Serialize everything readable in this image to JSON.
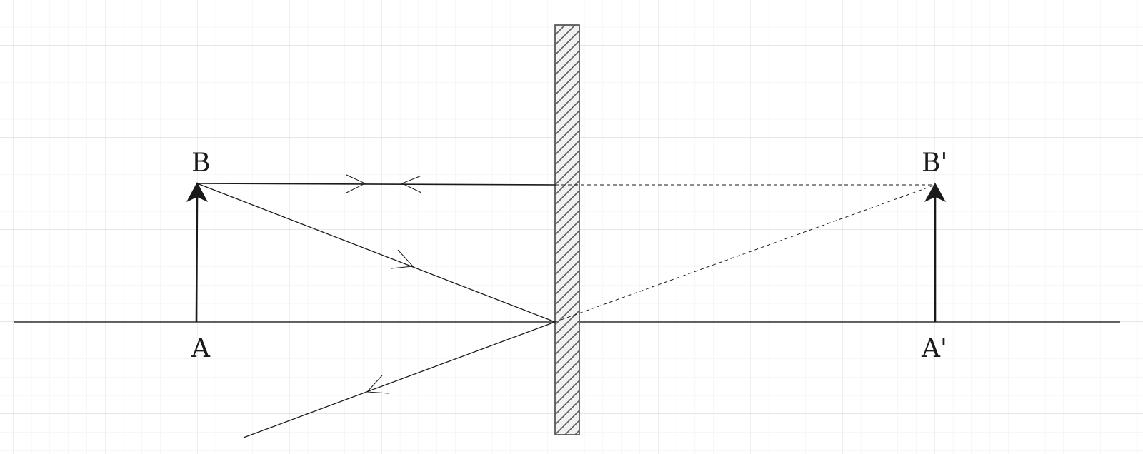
{
  "labels": {
    "object_top": "B",
    "object_base": "A",
    "image_top": "B'",
    "image_base": "A'"
  },
  "colors": {
    "grid_minor": "#efefef",
    "grid_major": "#dcdcdc",
    "ink": "#1a1a1a",
    "mirror_fill": "#e6e6e6",
    "mirror_hatch": "#5a5a5a"
  }
}
